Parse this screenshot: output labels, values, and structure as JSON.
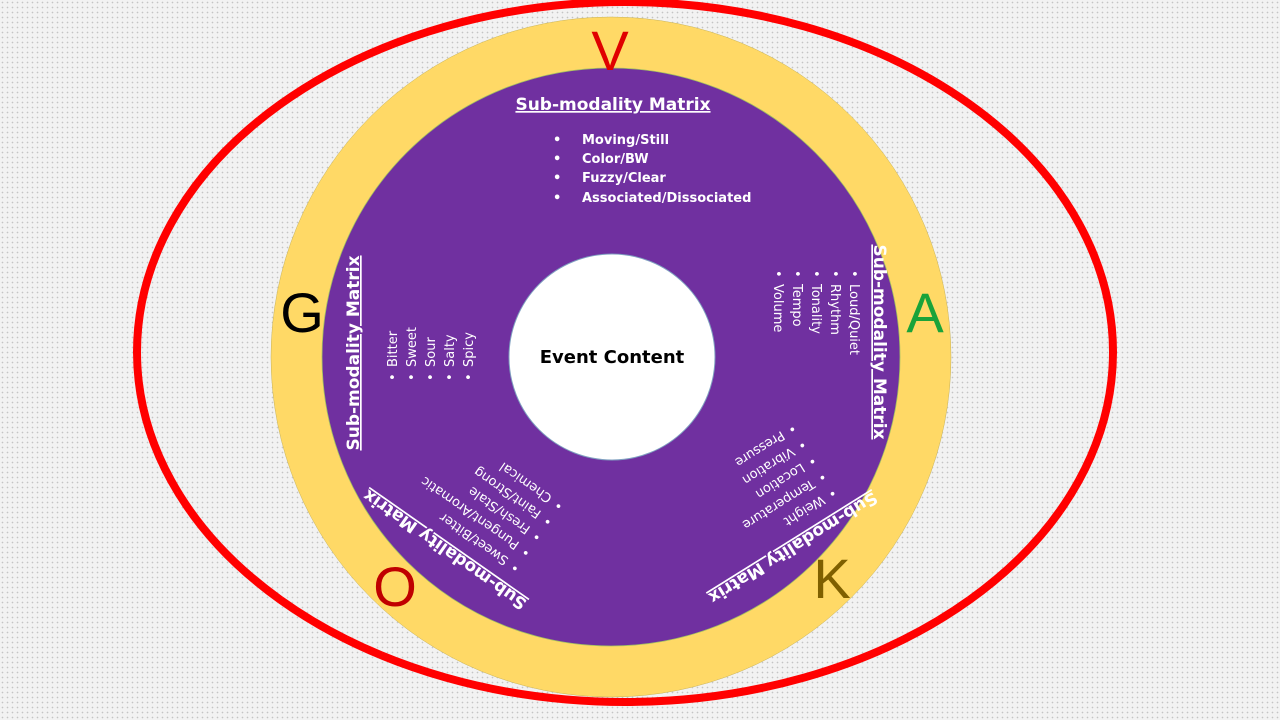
{
  "colors": {
    "outer_ring": "#ff0000",
    "gold_ring": "#ffd966",
    "purple_disc": "#7030a0",
    "center_fill": "#ffffff",
    "V": "#e00000",
    "A": "#1aa33a",
    "K": "#7f6000",
    "O": "#c00000",
    "G": "#000000"
  },
  "center": {
    "label": "Event Content"
  },
  "letters": {
    "V": "V",
    "A": "A",
    "K": "K",
    "O": "O",
    "G": "G"
  },
  "sections": {
    "visual": {
      "title": "Sub-modality Matrix",
      "items": [
        "Moving/Still",
        "Color/BW",
        "Fuzzy/Clear",
        "Associated/Dissociated"
      ]
    },
    "auditory": {
      "title": "Sub-modality Matrix",
      "items": [
        "Loud/Quiet",
        "Rhythm",
        "Tonality",
        "Tempo",
        "Volume"
      ]
    },
    "kinesthetic": {
      "title": "Sub-modality Matrix",
      "items": [
        "Weight",
        "Temperature",
        "Location",
        "Vibration",
        "Pressure"
      ]
    },
    "olfactory": {
      "title": "Sub-modality Matrix",
      "items": [
        "Sweet/Bitter",
        "Pungent/Aromatic",
        "Fresh/Stale",
        "Faint/Strong",
        "Chemical"
      ]
    },
    "gustatory": {
      "title": "Sub-modality Matrix",
      "items": [
        "Bitter",
        "Sweet",
        "Sour",
        "Salty",
        "Spicy"
      ]
    }
  }
}
